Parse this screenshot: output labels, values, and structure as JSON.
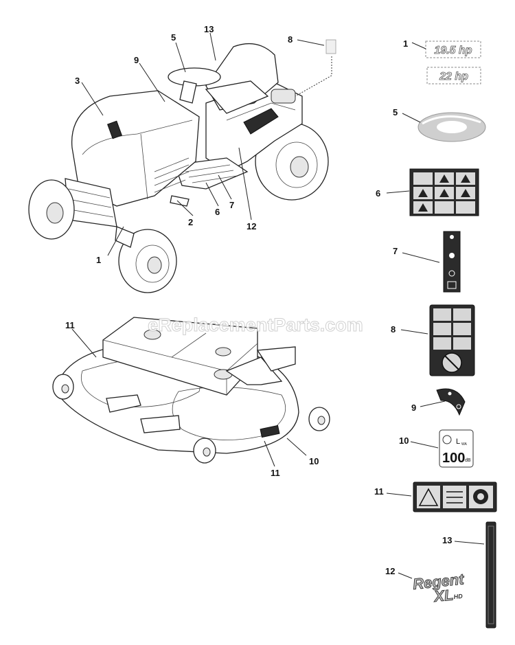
{
  "watermark": "eReplacementParts.com",
  "decals": {
    "hp_a": "19.5 hp",
    "hp_b": "22 hp",
    "logo_line1": "Regent",
    "logo_line2": "XL",
    "logo_suffix": "HD",
    "sound_value": "100",
    "sound_unit_prefix": "L",
    "sound_unit_sub": "WA",
    "sound_db": "dB"
  },
  "callouts": [
    {
      "id": "c-1-top",
      "label": "1"
    },
    {
      "id": "c-1-tractor",
      "label": "1"
    },
    {
      "id": "c-2",
      "label": "2"
    },
    {
      "id": "c-3",
      "label": "3"
    },
    {
      "id": "c-5-tractor",
      "label": "5"
    },
    {
      "id": "c-5-decal",
      "label": "5"
    },
    {
      "id": "c-6-tractor",
      "label": "6"
    },
    {
      "id": "c-6-decal",
      "label": "6"
    },
    {
      "id": "c-7-tractor",
      "label": "7"
    },
    {
      "id": "c-7-decal",
      "label": "7"
    },
    {
      "id": "c-8-tractor",
      "label": "8"
    },
    {
      "id": "c-8-decal",
      "label": "8"
    },
    {
      "id": "c-9-tractor",
      "label": "9"
    },
    {
      "id": "c-9-decal",
      "label": "9"
    },
    {
      "id": "c-10-deck",
      "label": "10"
    },
    {
      "id": "c-10-decal",
      "label": "10"
    },
    {
      "id": "c-11-deck-a",
      "label": "11"
    },
    {
      "id": "c-11-deck-b",
      "label": "11"
    },
    {
      "id": "c-11-decal",
      "label": "11"
    },
    {
      "id": "c-12-tractor",
      "label": "12"
    },
    {
      "id": "c-12-decal",
      "label": "12"
    },
    {
      "id": "c-13-tractor",
      "label": "13"
    },
    {
      "id": "c-13-decal",
      "label": "13"
    }
  ]
}
